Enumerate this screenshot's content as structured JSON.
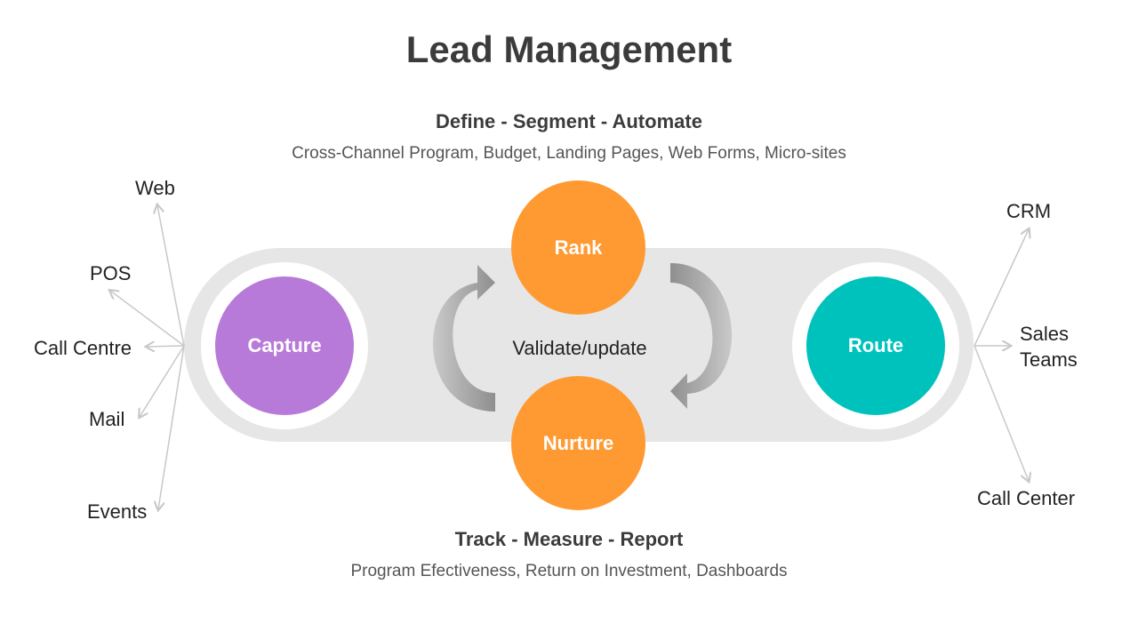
{
  "title": "Lead Management",
  "top": {
    "heading": "Define - Segment - Automate",
    "subtext": "Cross-Channel Program, Budget, Landing Pages, Web Forms, Micro-sites"
  },
  "bottom": {
    "heading": "Track - Measure - Report",
    "subtext": "Program Efectiveness, Return on Investment, Dashboards"
  },
  "nodes": {
    "capture": "Capture",
    "rank": "Rank",
    "nurture": "Nurture",
    "route": "Route",
    "cycle_label": "Validate/update"
  },
  "inputs": [
    "Web",
    "POS",
    "Call Centre",
    "Mail",
    "Events"
  ],
  "outputs": {
    "crm": "CRM",
    "sales_line1": "Sales",
    "sales_line2": "Teams",
    "call_center": "Call Center"
  },
  "colors": {
    "capture": "#b87ad8",
    "stage": "#ff9a33",
    "route": "#00c2bd",
    "track": "#e6e6e6",
    "arrow": "#9a9a9a",
    "connector": "#c8c8c8"
  }
}
